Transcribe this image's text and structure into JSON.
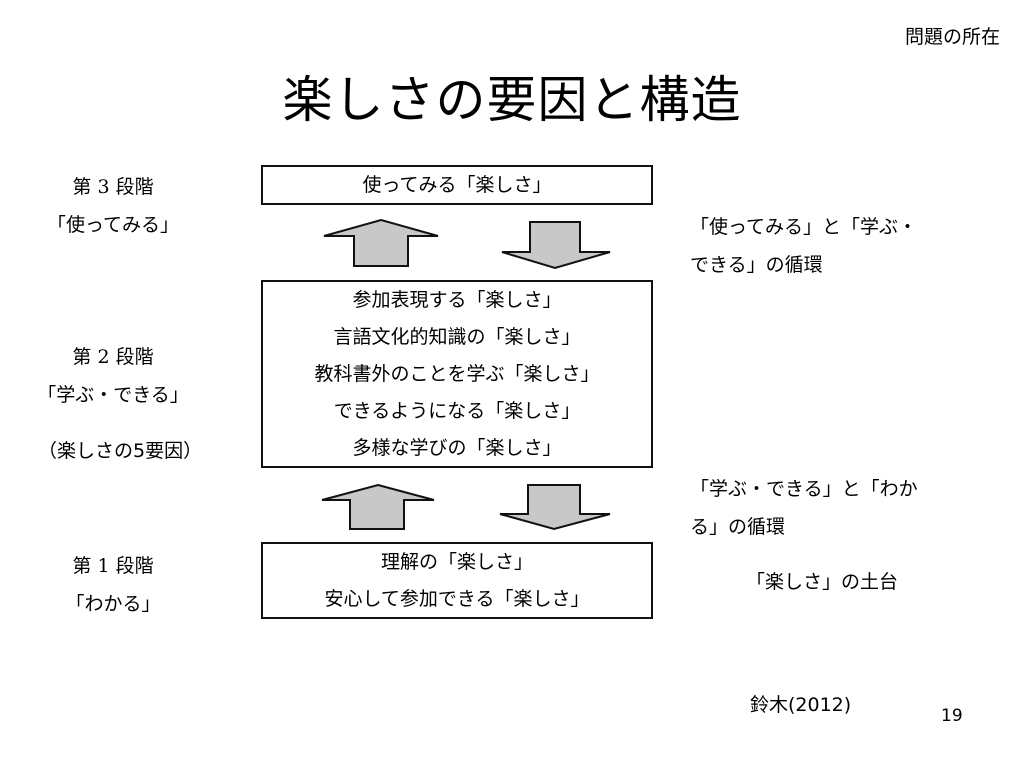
{
  "slide": {
    "section_label": "問題の所在",
    "title": "楽しさの要因と構造",
    "factors_note": "（楽しさの5要因）",
    "citation": "鈴木(2012)",
    "page_number": "19"
  },
  "stages": [
    {
      "stage": "第 3 段階",
      "name": "「使ってみる」",
      "box_lines": [
        "使ってみる「楽しさ」"
      ]
    },
    {
      "stage": "第 2 段階",
      "name": "「学ぶ・できる」",
      "box_lines": [
        "参加表現する「楽しさ」",
        "言語文化的知識の「楽しさ」",
        "教科書外のことを学ぶ「楽しさ」",
        "できるようになる「楽しさ」",
        "多様な学びの「楽しさ」"
      ]
    },
    {
      "stage": "第 1 段階",
      "name": "「わかる」",
      "box_lines": [
        "理解の「楽しさ」",
        "安心して参加できる「楽しさ」"
      ]
    }
  ],
  "side_notes": {
    "upper_cycle": [
      "「使ってみる」と「学ぶ・",
      "できる」の循環"
    ],
    "lower_cycle": [
      "「学ぶ・できる」と「わか",
      "る」の循環"
    ],
    "foundation": "「楽しさ」の土台"
  },
  "colors": {
    "arrow_fill": "#c8c8c8",
    "stroke": "#111111"
  }
}
